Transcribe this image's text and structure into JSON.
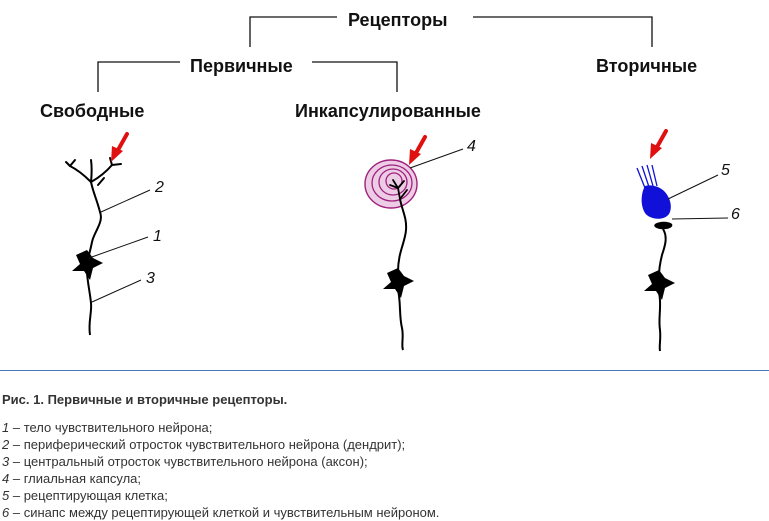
{
  "diagram": {
    "title": "Рецепторы",
    "branch_primary": "Первичные",
    "branch_secondary": "Вторичные",
    "sub_free": "Свободные",
    "sub_encapsulated": "Инкапсулированные",
    "markers": [
      "1",
      "2",
      "3",
      "4",
      "5",
      "6"
    ]
  },
  "caption": {
    "title": "Рис. 1. Первичные и вторичные рецепторы.",
    "legend": [
      {
        "num": "1",
        "text": " – тело чувствительного нейрона;"
      },
      {
        "num": "2",
        "text": " – периферический отросток чувствительного нейрона (дендрит);"
      },
      {
        "num": "3",
        "text": " – центральный отросток чувствительного нейрона (аксон);"
      },
      {
        "num": "4",
        "text": " – глиальная капсула;"
      },
      {
        "num": "5",
        "text": " – рецептирующая клетка;"
      },
      {
        "num": "6",
        "text": " – синапс между рецептирующей клеткой и чувствительным нейроном."
      }
    ]
  },
  "colors": {
    "arrow": "#e01010",
    "capsule": "#a0207e",
    "capsule_fill": "#e9c3e2",
    "receptor_cell": "#1010d8",
    "neuron": "#000000",
    "divider": "#4a78b8"
  }
}
